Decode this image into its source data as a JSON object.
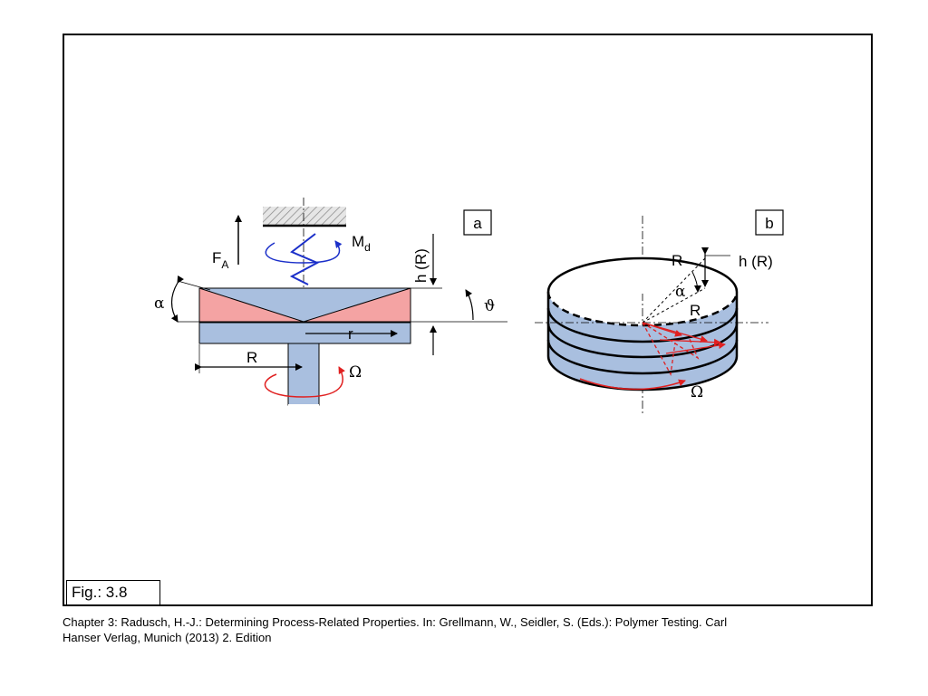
{
  "figure": {
    "label": "Fig.: 3.8"
  },
  "caption": {
    "line1": "Chapter 3: Radusch, H.-J.: Determining Process-Related Properties. In: Grellmann, W., Seidler, S. (Eds.): Polymer Testing. Carl",
    "line2": "Hanser Verlag, Munich (2013) 2. Edition"
  },
  "panel_a": {
    "tag": "a",
    "force_label": "F",
    "force_sub": "A",
    "torque_label": "M",
    "torque_sub": "d",
    "gap_label": "h (R)",
    "cone_angle_label": "α",
    "deflection_label": "ϑ",
    "radius_r_label": "r",
    "radius_R_label": "R",
    "omega_label": "Ω"
  },
  "panel_b": {
    "tag": "b",
    "gap_label": "h (R)",
    "radius_top_label": "R",
    "angle_label": "α",
    "radius_bottom_label": "R",
    "omega_label": "Ω"
  },
  "colors": {
    "plate_blue": "#a9bfdf",
    "sample_pink": "#f4a3a3",
    "torque_blue": "#1b2fc9",
    "rotation_red": "#e02020"
  }
}
